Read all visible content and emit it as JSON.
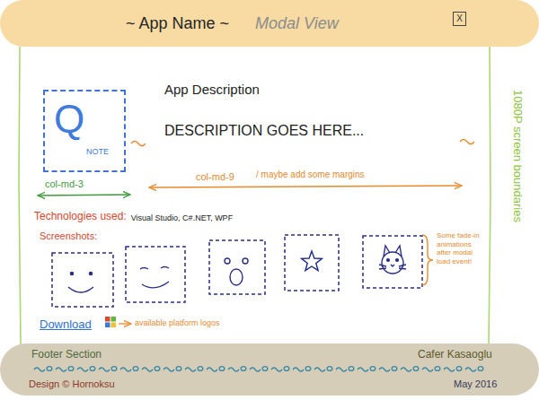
{
  "diagram": {
    "nodes": [
      {
        "text": [
          "~ App Name ~",
          "Modal View"
        ]
      },
      {
        "text": [
          "X"
        ],
        "in": 0
      },
      {
        "text": [
          "Q",
          "NOTE"
        ]
      },
      {
        "text": [
          "Footer Section",
          "Cafer Kasaoglu",
          "Design © Hornoksu",
          "May 2016"
        ]
      }
    ],
    "labels": [
      "App Description",
      "DESCRIPTION GOES HERE...",
      "col-md-3",
      "col-md-9",
      "/ maybe add some margins",
      "1080P screen boundaries",
      "Technologies used:",
      "Visual Studio, C#.NET, WPF",
      "Screenshots:",
      "Some fade-in animations after modal load event!",
      "Download",
      "available platform logos"
    ]
  }
}
